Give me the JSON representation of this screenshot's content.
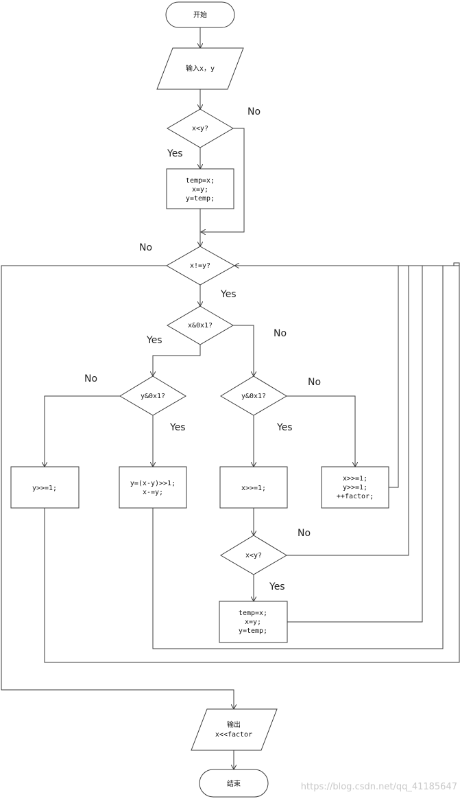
{
  "nodes": {
    "start": "开始",
    "input": "输入x，y",
    "cond_swap": "x<y?",
    "swap1": [
      "temp=x;",
      "x=y;",
      "y=temp;"
    ],
    "loop": "x!=y?",
    "x_odd": "x&0x1?",
    "y_odd_left": "y&0x1?",
    "y_odd_right": "y&0x1?",
    "y_shift": "y>>=1;",
    "y_sub": [
      "y=(x-y)>>1;",
      "x-=y;"
    ],
    "x_shift": "x>>=1;",
    "both_shift": [
      "x>>=1;",
      "y>>=1;",
      "++factor;"
    ],
    "cond_swap2": "x<y?",
    "swap2": [
      "temp=x;",
      "x=y;",
      "y=temp;"
    ],
    "output": [
      "输出",
      "x<<factor"
    ],
    "end": "结束"
  },
  "labels": {
    "yes": "Yes",
    "no": "No"
  },
  "watermark": "https://blog.csdn.net/qq_41185647"
}
